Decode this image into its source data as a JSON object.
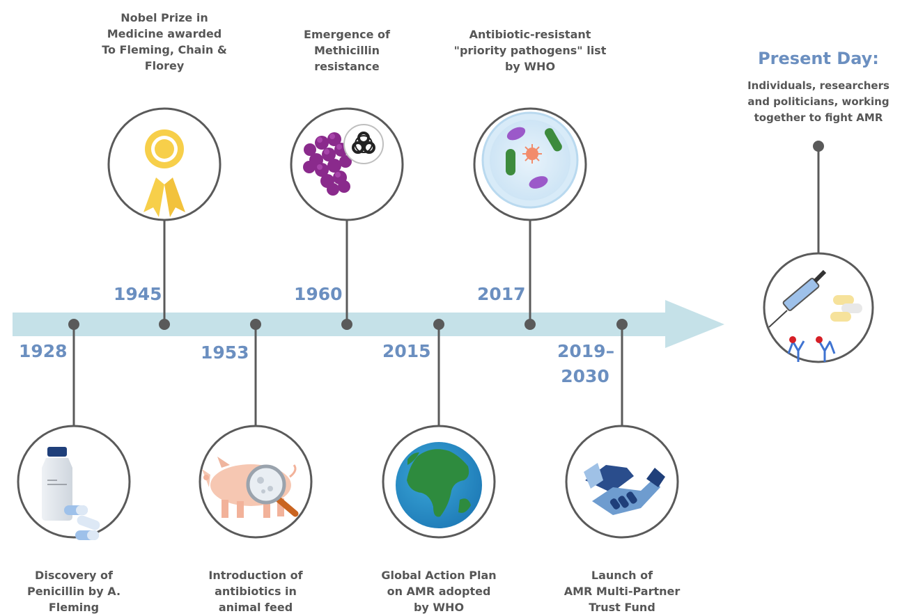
{
  "events": [
    {
      "id": "1928",
      "year": "1928",
      "lines": [
        "Discovery of",
        "Penicillin by A.",
        "Fleming"
      ],
      "icon": "penicillin-bottle-icon"
    },
    {
      "id": "1945",
      "year": "1945",
      "lines": [
        "Nobel Prize in",
        "Medicine awarded",
        "To Fleming, Chain &",
        "Florey"
      ],
      "icon": "award-ribbon-icon"
    },
    {
      "id": "1953",
      "year": "1953",
      "lines": [
        "Introduction of",
        "antibiotics in",
        "animal feed"
      ],
      "icon": "pig-magnifier-icon"
    },
    {
      "id": "1960",
      "year": "1960",
      "lines": [
        "Emergence of",
        "Methicillin",
        "resistance"
      ],
      "icon": "bacteria-biohazard-icon"
    },
    {
      "id": "2015",
      "year": "2015",
      "lines": [
        "Global Action Plan",
        "on AMR adopted",
        "by WHO"
      ],
      "icon": "globe-icon"
    },
    {
      "id": "2017",
      "year": "2017",
      "lines": [
        "Antibiotic-resistant",
        "\"priority pathogens\" list",
        "by WHO"
      ],
      "icon": "petri-dish-pathogens-icon"
    },
    {
      "id": "2019",
      "year_lines": [
        "2019–",
        "2030"
      ],
      "lines": [
        "Launch of",
        "AMR Multi-Partner",
        "Trust Fund"
      ],
      "icon": "handshake-icon"
    }
  ],
  "present": {
    "title": "Present Day:",
    "lines": [
      "Individuals, researchers",
      "and politicians, working",
      "together to fight AMR"
    ],
    "icon": "syringe-pills-antibodies-icon"
  },
  "colors": {
    "arrow": "#c5e1e8",
    "year_text": "#6b8fc0",
    "body_text": "#565656",
    "connector": "#5a5a5a"
  }
}
